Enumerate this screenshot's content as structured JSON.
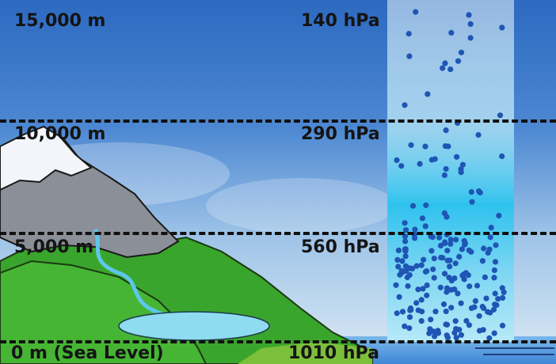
{
  "altitude_labels": [
    "15,000 m",
    "10,000 m",
    "5,000 m",
    "0 m (Sea Level)"
  ],
  "pressure_labels": [
    "140 hPa",
    "290 hPa",
    "560 hPa",
    "1010 hPa"
  ],
  "colors": {
    "sky_top": "#2f6fc4",
    "sky_bottom": "#cfe3f1",
    "column_top": "#e8f7fb",
    "column_mid": "#36c7ef",
    "column_bottom": "#a8e6f7",
    "molecule": "#1f55b3",
    "mountain_green": "#3ea92f",
    "snow": "#f4f6fa",
    "rock": "#8a8e96",
    "water": "#7fd6ee",
    "sea": "#5c9fe0"
  }
}
